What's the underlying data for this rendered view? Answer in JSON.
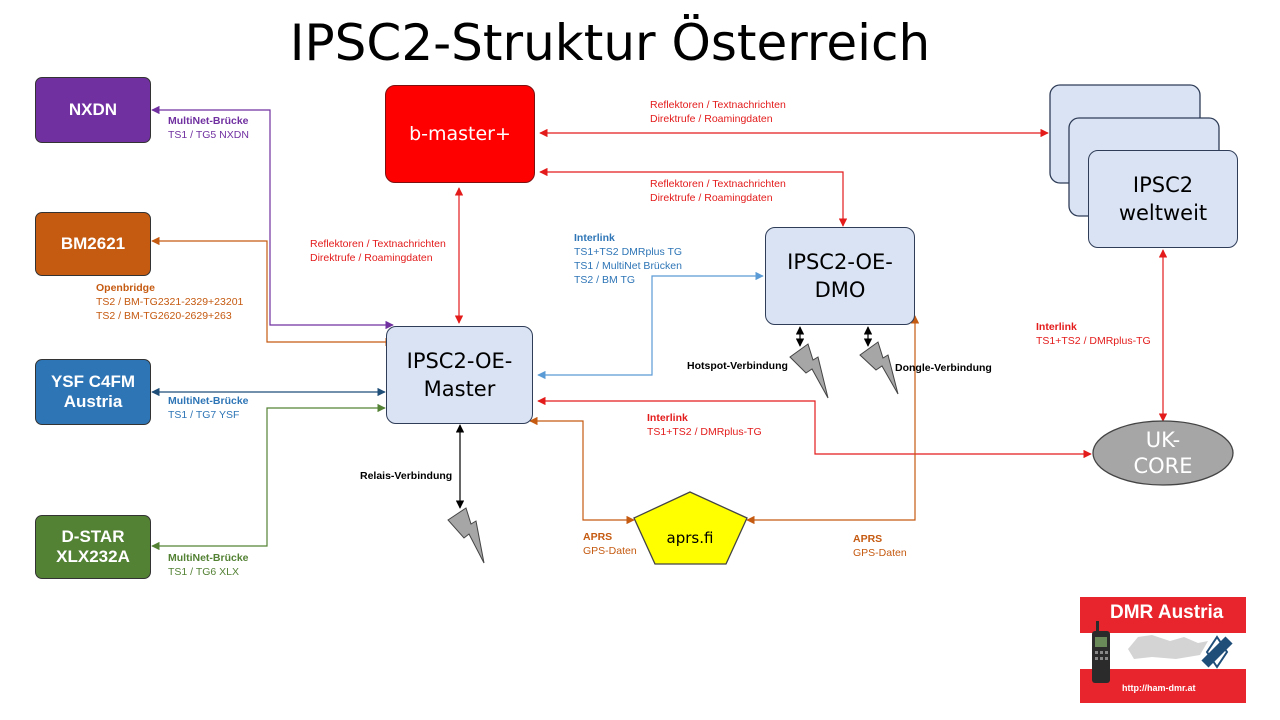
{
  "title": "IPSC2-Struktur Österreich",
  "nodes": {
    "nxdn": "NXDN",
    "bm2621": "BM2621",
    "ysf": "YSF C4FM Austria",
    "dstar": "D-STAR XLX232A",
    "bmaster": "b-master+",
    "oe_master": "IPSC2-OE-Master",
    "oe_dmo": "IPSC2-OE-DMO",
    "weltweit": "IPSC2 weltweit",
    "ukcore": "UK-CORE",
    "aprs": "aprs.fi"
  },
  "labels": {
    "nxdn_bridge": {
      "head": "MultiNet-Brücke",
      "lines": [
        "TS1 / TG5 NXDN"
      ]
    },
    "openbridge": {
      "head": "Openbridge",
      "lines": [
        "TS2 / BM-TG2321-2329+23201",
        "TS2 / BM-TG2620-2629+263"
      ]
    },
    "ysf_bridge": {
      "head": "MultiNet-Brücke",
      "lines": [
        "TS1 / TG7 YSF"
      ]
    },
    "dstar_bridge": {
      "head": "MultiNet-Brücke",
      "lines": [
        "TS1 / TG6 XLX"
      ]
    },
    "refl_master": {
      "lines": [
        "Reflektoren / Textnachrichten",
        "Direktrufe / Roamingdaten"
      ]
    },
    "refl_top": {
      "lines": [
        "Reflektoren / Textnachrichten",
        "Direktrufe / Roamingdaten"
      ]
    },
    "refl_dmo": {
      "lines": [
        "Reflektoren / Textnachrichten",
        "Direktrufe / Roamingdaten"
      ]
    },
    "interlink_blue": {
      "head": "Interlink",
      "lines": [
        "TS1+TS2 DMRplus TG",
        "TS1 / MultiNet Brücken",
        "TS2 / BM TG"
      ]
    },
    "interlink_right": {
      "head": "Interlink",
      "lines": [
        "TS1+TS2 / DMRplus-TG"
      ]
    },
    "interlink_mid": {
      "head": "Interlink",
      "lines": [
        "TS1+TS2 / DMRplus-TG"
      ]
    },
    "aprs_left": {
      "head": "APRS",
      "lines": [
        "GPS-Daten"
      ]
    },
    "aprs_right": {
      "head": "APRS",
      "lines": [
        "GPS-Daten"
      ]
    },
    "relais": "Relais-Verbindung",
    "hotspot": "Hotspot-Verbindung",
    "dongle": "Dongle-Verbindung"
  },
  "logo": {
    "title": "DMR Austria",
    "url": "http://ham-dmr.at"
  },
  "colors": {
    "nxdn": "#7030a0",
    "bm": "#c55a11",
    "ysf": "#2e75b6",
    "dstar": "#548235",
    "red": "#ff0000",
    "blue_link": "#5b9bd5",
    "orange_link": "#c55a11",
    "node_fill": "#dae3f3"
  }
}
